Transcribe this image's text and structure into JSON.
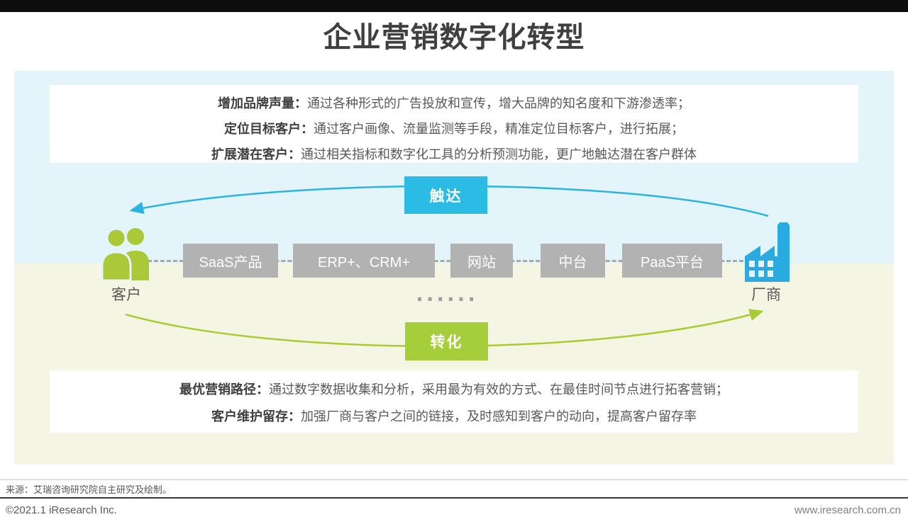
{
  "page": {
    "title": "企业营销数字化转型"
  },
  "top_box": {
    "lines": [
      {
        "label": "增加品牌声量：",
        "text": "通过各种形式的广告投放和宣传，增大品牌的知名度和下游渗透率；"
      },
      {
        "label": "定位目标客户：",
        "text": "通过客户画像、流量监测等手段，精准定位目标客户，进行拓展；"
      },
      {
        "label": "扩展潜在客户：",
        "text": "通过相关指标和数字化工具的分析预测功能，更广地触达潜在客户群体"
      }
    ]
  },
  "flow": {
    "reach_label": "触达",
    "convert_label": "转化",
    "customer_label": "客户",
    "vendor_label": "厂商",
    "nodes": [
      "SaaS产品",
      "ERP+、CRM+",
      "网站",
      "中台",
      "PaaS平台"
    ],
    "ellipsis": "······"
  },
  "bottom_box": {
    "lines": [
      {
        "label": "最优营销路径：",
        "text": "通过数字数据收集和分析，采用最为有效的方式、在最佳时间节点进行拓客营销；"
      },
      {
        "label": "客户维护留存：",
        "text": "加强厂商与客户之间的链接，及时感知到客户的动向，提高客户留存率"
      }
    ]
  },
  "footer": {
    "source": "来源：艾瑞咨询研究院自主研究及绘制。",
    "copyright": "©2021.1 iResearch Inc.",
    "website": "www.iresearch.com.cn"
  },
  "colors": {
    "blue_accent": "#2bbce6",
    "blue_icon": "#29abe2",
    "green_accent": "#a5ce3a",
    "green_icon": "#a9c938",
    "gray_node": "#b2b2b2",
    "bg_top": "#e3f4fb",
    "bg_bottom": "#f4f5e3"
  }
}
